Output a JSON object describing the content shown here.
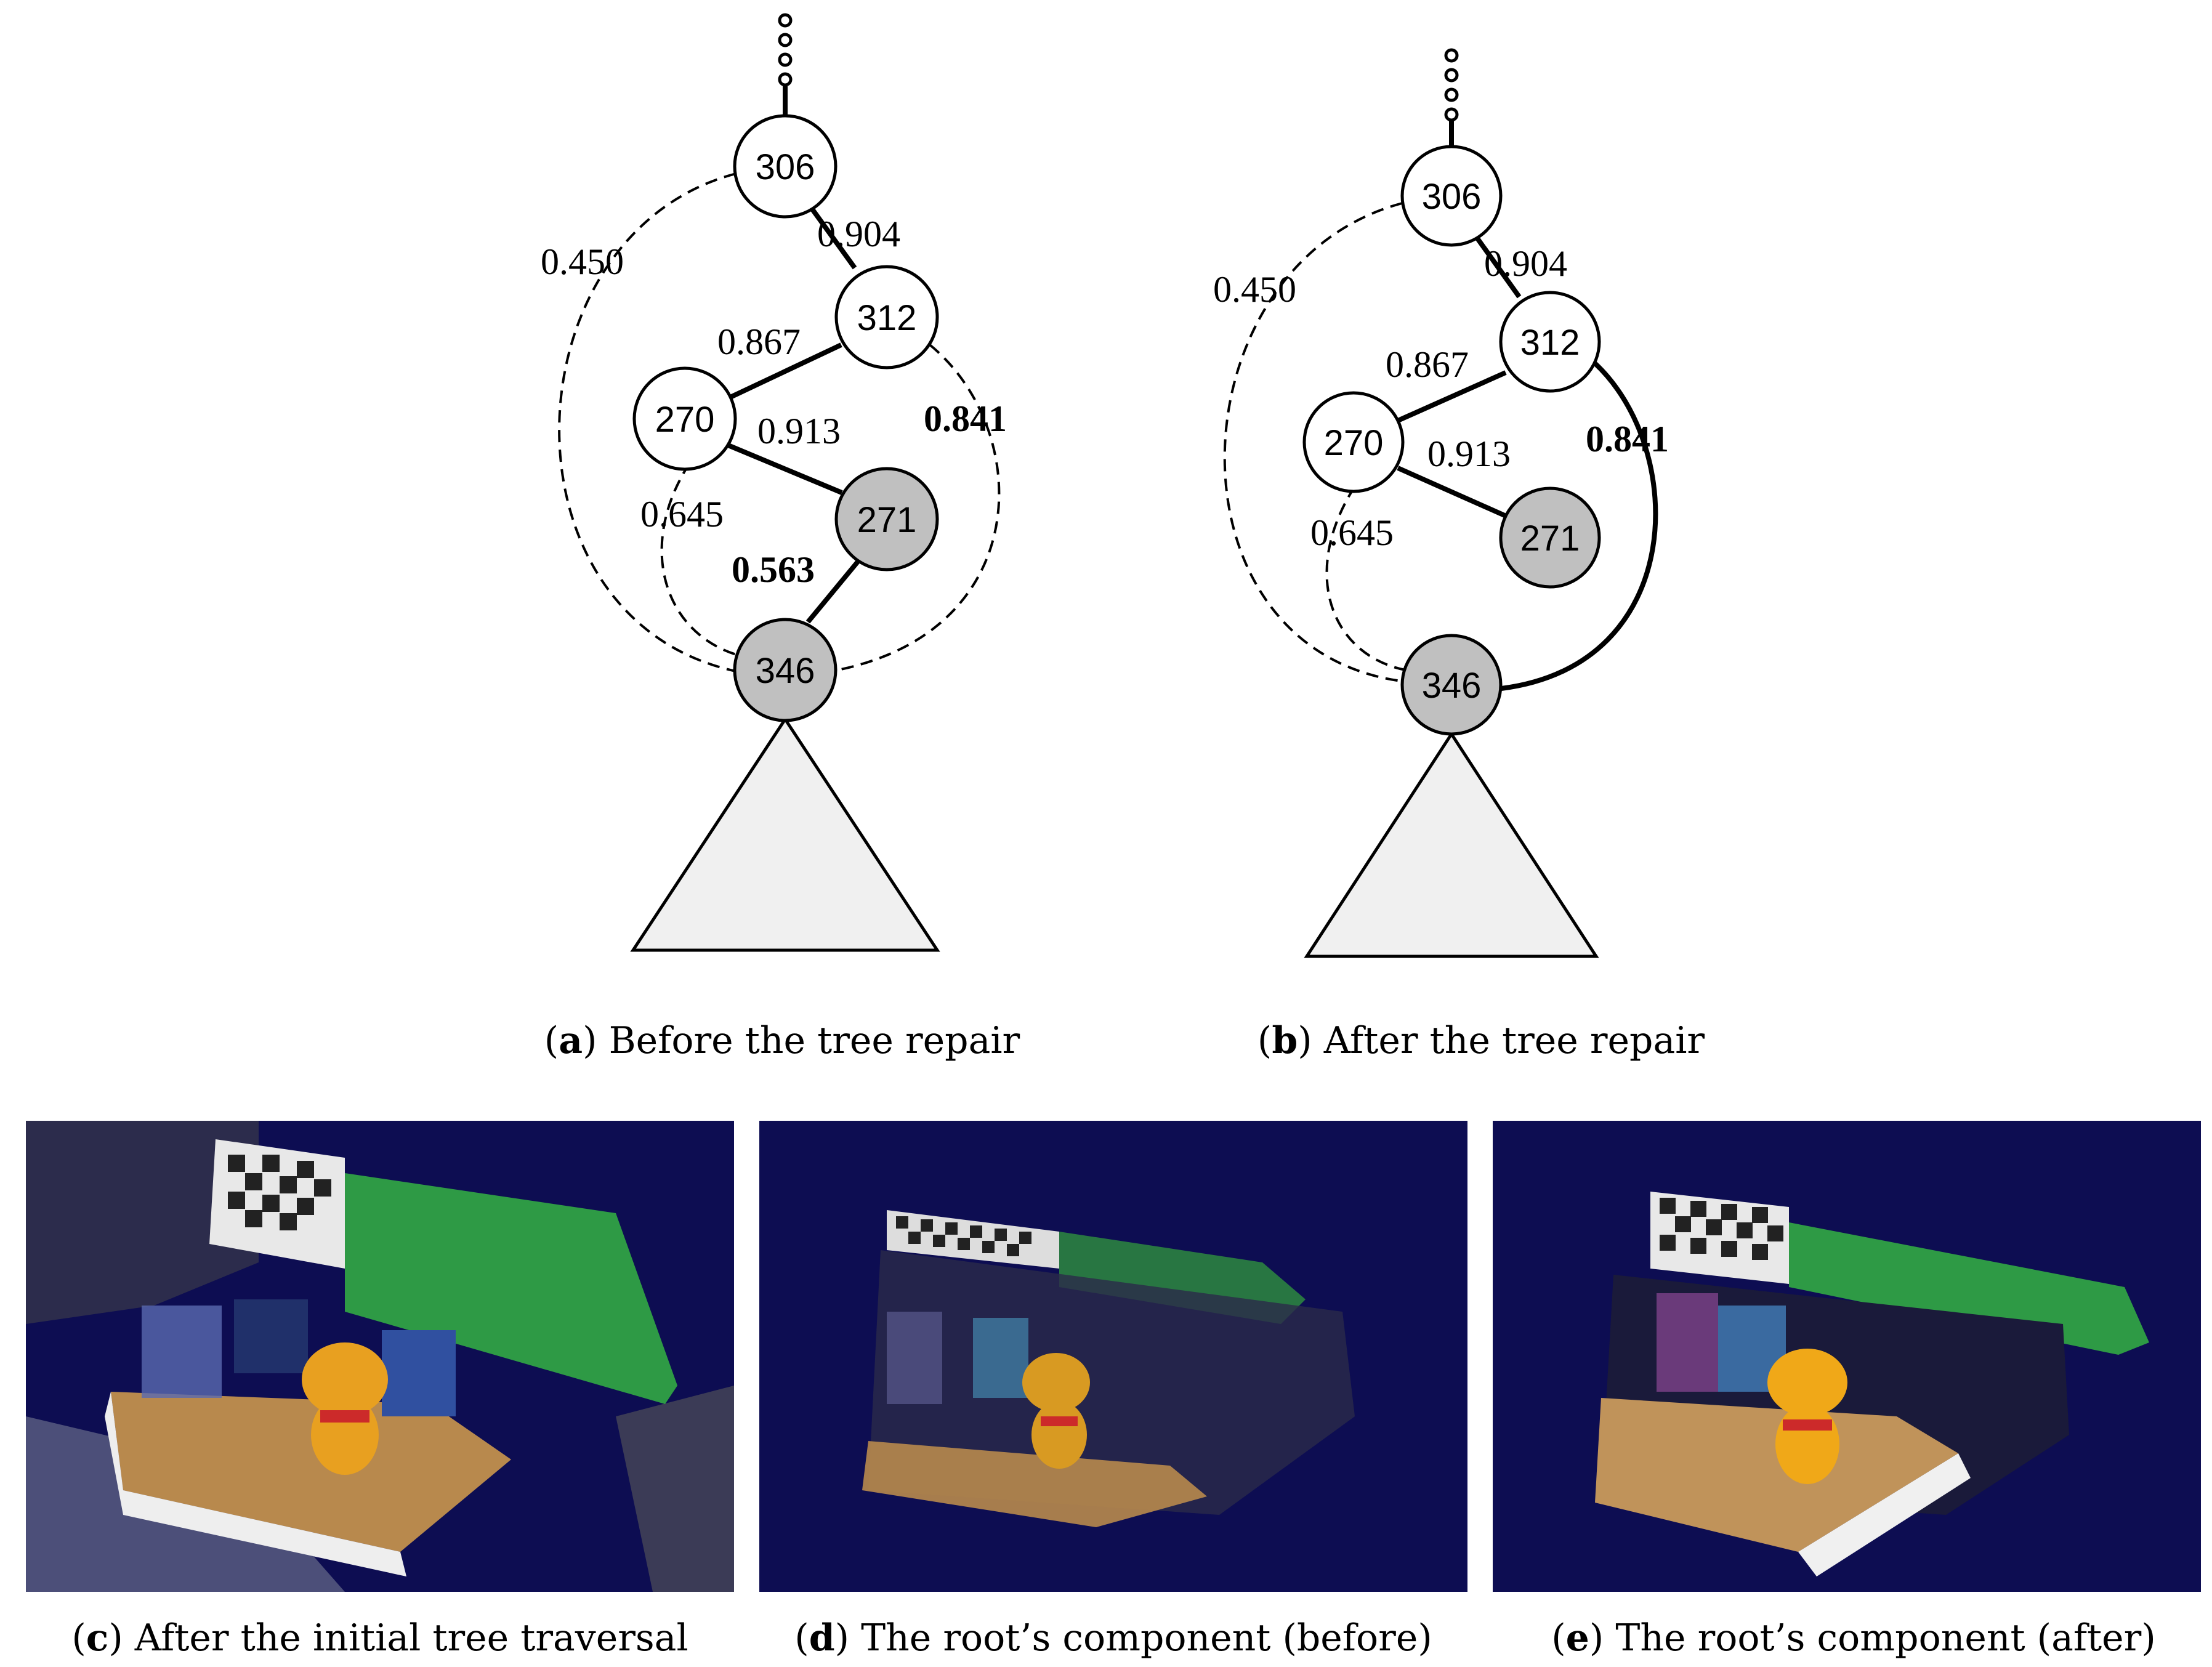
{
  "panels": {
    "a": {
      "caption_letter": "a",
      "caption_text": " Before the tree repair",
      "nodes": [
        {
          "id": "306",
          "label": "306",
          "highlighted": false
        },
        {
          "id": "312",
          "label": "312",
          "highlighted": false
        },
        {
          "id": "270",
          "label": "270",
          "highlighted": false
        },
        {
          "id": "271",
          "label": "271",
          "highlighted": true
        },
        {
          "id": "346",
          "label": "346",
          "highlighted": true
        }
      ],
      "edges": [
        {
          "from": "306",
          "to": "312",
          "weight": "0.904",
          "style": "solid",
          "bold_label": false
        },
        {
          "from": "312",
          "to": "270",
          "weight": "0.867",
          "style": "solid",
          "bold_label": false
        },
        {
          "from": "270",
          "to": "271",
          "weight": "0.913",
          "style": "solid",
          "bold_label": false
        },
        {
          "from": "271",
          "to": "346",
          "weight": "0.563",
          "style": "solid",
          "bold_label": true
        },
        {
          "from": "306",
          "to": "346",
          "weight": "0.450",
          "style": "dashed",
          "bold_label": false
        },
        {
          "from": "312",
          "to": "346",
          "weight": "0.841",
          "style": "dashed",
          "bold_label": true
        },
        {
          "from": "270",
          "to": "346",
          "weight": "0.645",
          "style": "dashed",
          "bold_label": false
        }
      ]
    },
    "b": {
      "caption_letter": "b",
      "caption_text": " After the tree repair",
      "nodes": [
        {
          "id": "306",
          "label": "306",
          "highlighted": false
        },
        {
          "id": "312",
          "label": "312",
          "highlighted": false
        },
        {
          "id": "270",
          "label": "270",
          "highlighted": false
        },
        {
          "id": "271",
          "label": "271",
          "highlighted": true
        },
        {
          "id": "346",
          "label": "346",
          "highlighted": true
        }
      ],
      "edges": [
        {
          "from": "306",
          "to": "312",
          "weight": "0.904",
          "style": "solid",
          "bold_label": false
        },
        {
          "from": "312",
          "to": "270",
          "weight": "0.867",
          "style": "solid",
          "bold_label": false
        },
        {
          "from": "270",
          "to": "271",
          "weight": "0.913",
          "style": "solid",
          "bold_label": false
        },
        {
          "from": "312",
          "to": "346",
          "weight": "0.841",
          "style": "solid",
          "bold_label": true
        },
        {
          "from": "306",
          "to": "346",
          "weight": "0.450",
          "style": "dashed",
          "bold_label": false
        },
        {
          "from": "270",
          "to": "346",
          "weight": "0.645",
          "style": "dashed",
          "bold_label": false
        }
      ]
    },
    "c": {
      "caption_letter": "c",
      "caption_text": " After the initial tree traversal"
    },
    "d": {
      "caption_letter": "d",
      "caption_text": " The root’s component (before)"
    },
    "e": {
      "caption_letter": "e",
      "caption_text": " The root’s component (after)"
    }
  },
  "colors": {
    "node_fill": "#ffffff",
    "node_highlight_fill": "#c0c0c0",
    "subtree_fill": "#f0f0f0",
    "scene_background": "#0d0d52",
    "green_wall": "#2e9a45",
    "desk_top": "#b8894d",
    "figure_orange": "#e8a020"
  }
}
